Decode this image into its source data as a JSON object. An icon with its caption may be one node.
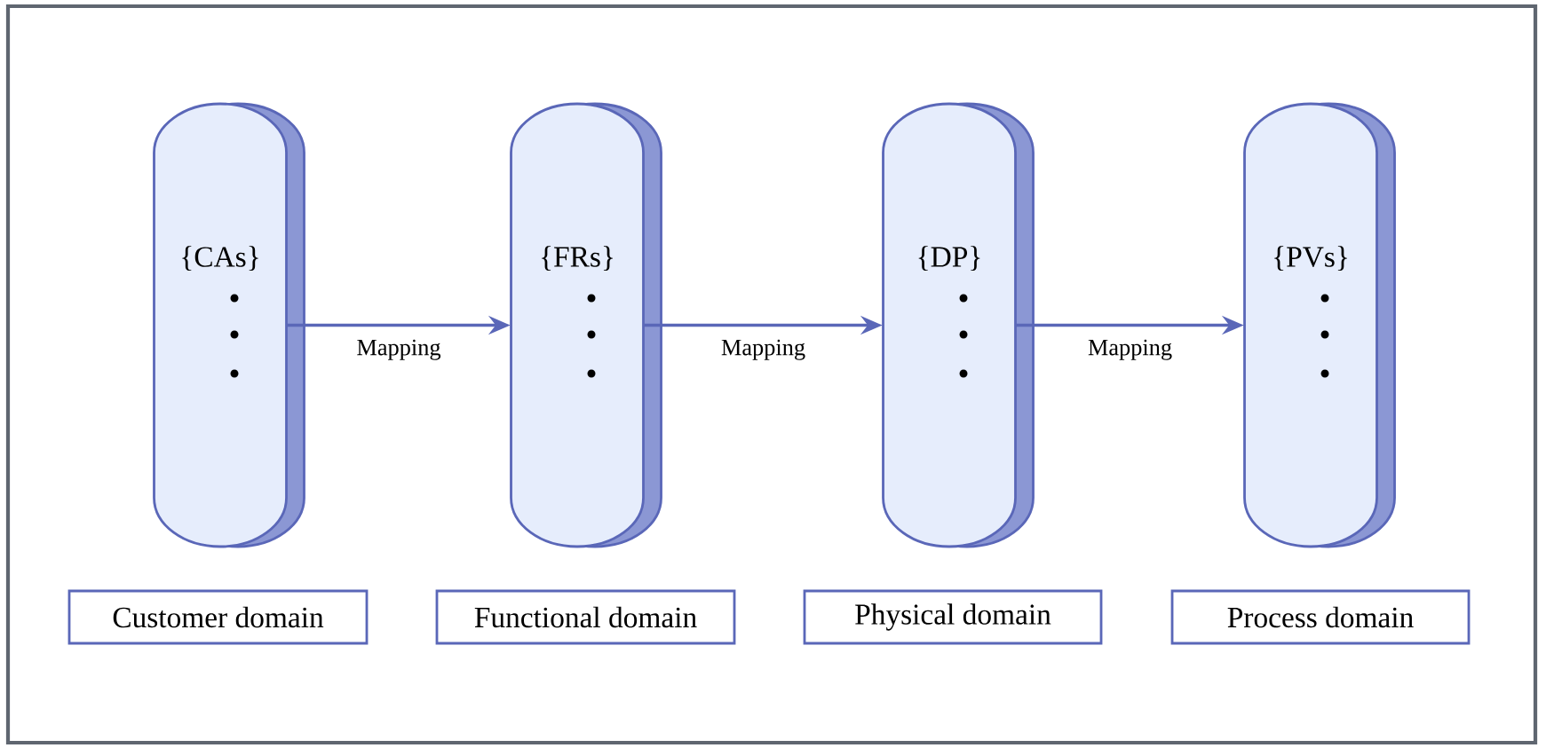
{
  "diagram": {
    "nodes": [
      {
        "text": [
          "{CAs}"
        ]
      },
      {
        "text": [
          "{FRs}"
        ]
      },
      {
        "text": [
          "{DP}"
        ]
      },
      {
        "text": [
          "{PVs}"
        ]
      },
      {
        "text": [
          "Customer domain"
        ]
      },
      {
        "text": [
          "Functional domain"
        ]
      },
      {
        "text": [
          "Physical domain"
        ]
      },
      {
        "text": [
          "Process domain"
        ]
      }
    ],
    "edges": [
      {
        "from": 0,
        "to": 1,
        "arrow": "to",
        "label": "Mapping"
      },
      {
        "from": 1,
        "to": 2,
        "arrow": "to",
        "label": "Mapping"
      },
      {
        "from": 2,
        "to": 3,
        "arrow": "to",
        "label": "Mapping"
      }
    ]
  }
}
